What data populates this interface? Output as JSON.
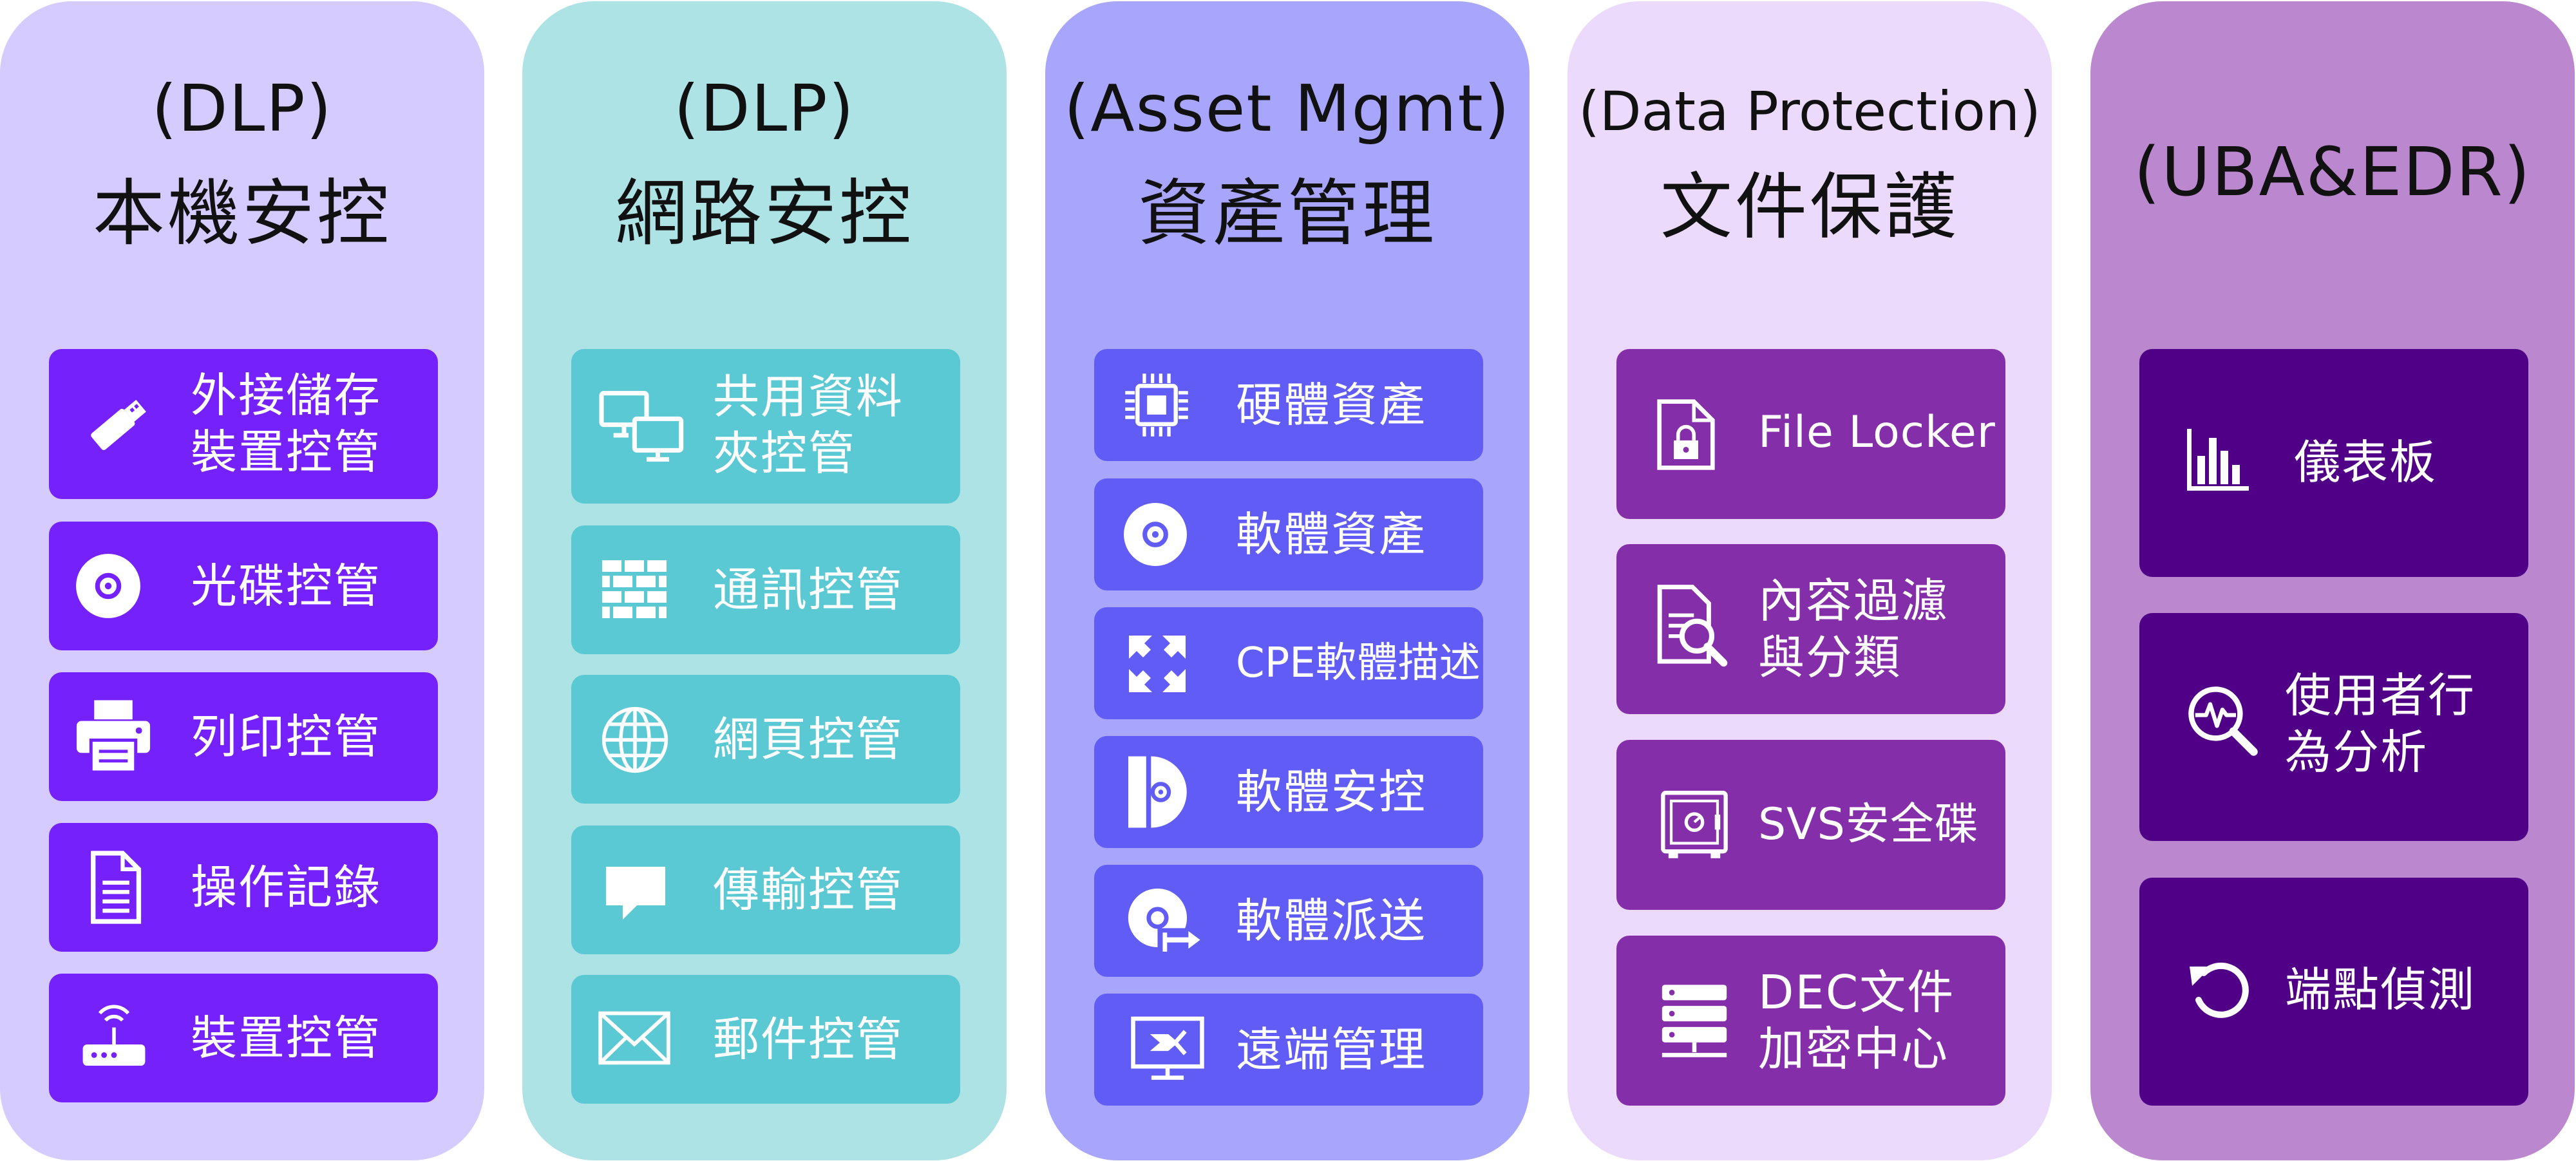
{
  "colors": {
    "col1_bg": "#d6cbff",
    "col1_card": "#7421fc",
    "col2_bg": "#ade3e5",
    "col2_card": "#5ac9d4",
    "col3_bg": "#a8a6fc",
    "col3_card": "#615cf5",
    "col4_bg": "#ecdafc",
    "col4_card": "#842fa9",
    "col5_bg": "#bb88d0",
    "col5_card": "#4f0086"
  },
  "columns": [
    {
      "subtitle": "(DLP)",
      "title": "本機安控",
      "cards": [
        {
          "icon": "usb-drive-icon",
          "label": "外接儲存\n裝置控管"
        },
        {
          "icon": "disc-icon",
          "label": "光碟控管"
        },
        {
          "icon": "printer-icon",
          "label": "列印控管"
        },
        {
          "icon": "document-icon",
          "label": "操作記錄"
        },
        {
          "icon": "router-icon",
          "label": "裝置控管"
        }
      ]
    },
    {
      "subtitle": "(DLP)",
      "title": "網路安控",
      "cards": [
        {
          "icon": "shared-monitors-icon",
          "label": "共用資料\n夾控管"
        },
        {
          "icon": "firewall-icon",
          "label": "通訊控管"
        },
        {
          "icon": "globe-icon",
          "label": "網頁控管"
        },
        {
          "icon": "chat-bubble-icon",
          "label": "傳輸控管"
        },
        {
          "icon": "envelope-icon",
          "label": "郵件控管"
        }
      ]
    },
    {
      "subtitle": "(Asset Mgmt)",
      "title": "資產管理",
      "cards": [
        {
          "icon": "cpu-chip-icon",
          "label": "硬體資產"
        },
        {
          "icon": "disc-icon",
          "label": "軟體資產"
        },
        {
          "icon": "arrows-icon",
          "label": "CPE軟體描述"
        },
        {
          "icon": "disc-case-icon",
          "label": "軟體安控"
        },
        {
          "icon": "disc-deploy-icon",
          "label": "軟體派送"
        },
        {
          "icon": "remote-monitor-icon",
          "label": "遠端管理"
        }
      ]
    },
    {
      "subtitle": "(Data Protection)",
      "title": "文件保護",
      "cards": [
        {
          "icon": "file-lock-icon",
          "label": "File Locker"
        },
        {
          "icon": "document-search-icon",
          "label": "內容過濾\n與分類"
        },
        {
          "icon": "safe-icon",
          "label": "SVS安全碟"
        },
        {
          "icon": "server-stack-icon",
          "label": "DEC文件\n加密中心"
        }
      ]
    },
    {
      "subtitle": "(UBA&EDR)",
      "title": "",
      "cards": [
        {
          "icon": "bar-chart-icon",
          "label": "儀表板"
        },
        {
          "icon": "magnifier-pulse-icon",
          "label": "使用者行\n為分析"
        },
        {
          "icon": "refresh-icon",
          "label": "端點偵測"
        }
      ]
    }
  ]
}
